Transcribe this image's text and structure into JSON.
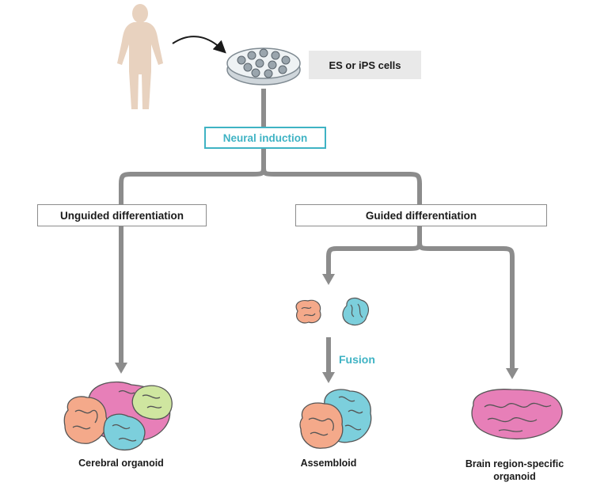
{
  "nodes": {
    "source_cells": "ES or iPS cells",
    "neural_induction": "Neural induction",
    "unguided": "Unguided differentiation",
    "guided": "Guided differentiation",
    "fusion": "Fusion"
  },
  "outputs": {
    "cerebral": "Cerebral organoid",
    "assembloid": "Assembloid",
    "region_specific_line1": "Brain region-specific",
    "region_specific_line2": "organoid"
  },
  "colors": {
    "connector": "#8c8c8c",
    "accent_teal": "#3fb3c4",
    "organoid_peach": "#f4a98a",
    "organoid_blue": "#7ccfdc",
    "organoid_pink": "#e77fb8",
    "organoid_green": "#cfe6a0",
    "human_skin": "#e8d2bf"
  },
  "icons": [
    "human-figure-icon",
    "petri-dish-icon"
  ]
}
